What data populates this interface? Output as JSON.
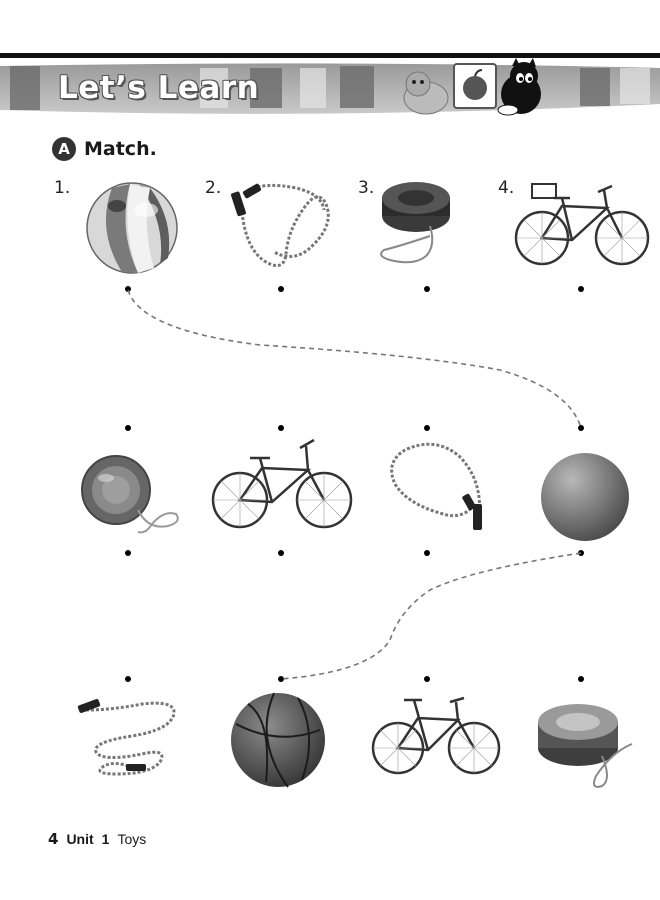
{
  "header": {
    "title": "Let’s Learn"
  },
  "section": {
    "badge": "A",
    "title": "Match."
  },
  "rows": {
    "top": [
      {
        "number": "1.",
        "item": "beach-ball"
      },
      {
        "number": "2.",
        "item": "jump-rope"
      },
      {
        "number": "3.",
        "item": "yo-yo"
      },
      {
        "number": "4.",
        "item": "bicycle"
      }
    ],
    "middle": [
      {
        "item": "yo-yo"
      },
      {
        "item": "bicycle"
      },
      {
        "item": "jump-rope"
      },
      {
        "item": "ball"
      }
    ],
    "bottom": [
      {
        "item": "jump-rope"
      },
      {
        "item": "basketball"
      },
      {
        "item": "bicycle"
      },
      {
        "item": "yo-yo"
      }
    ]
  },
  "example_matches": [
    {
      "from": "top-1",
      "to": "middle-4"
    },
    {
      "from": "middle-4",
      "to": "bottom-2"
    }
  ],
  "footer": {
    "page_number": "4",
    "unit_label": "Unit",
    "unit_number": "1",
    "unit_title": "Toys"
  }
}
